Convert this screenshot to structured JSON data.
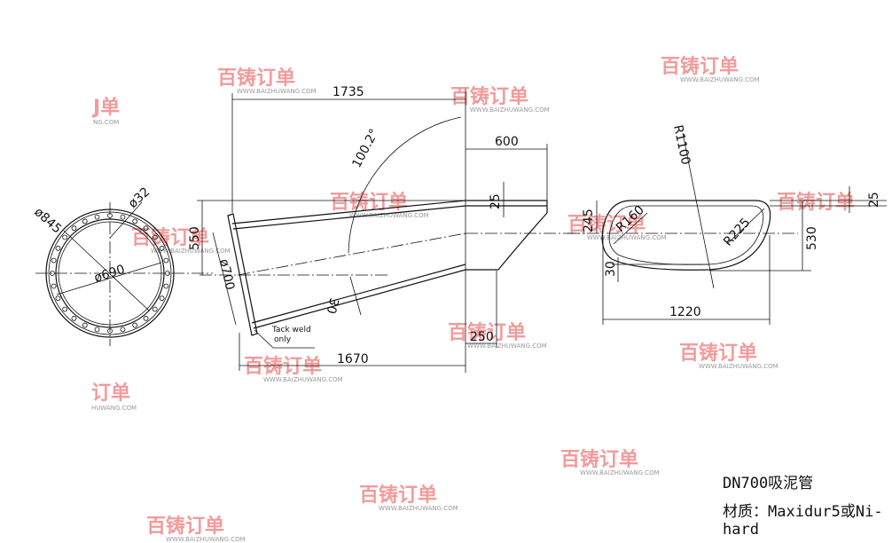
{
  "title": "DN700吸泥管",
  "material": "材质：Maxidur5或Ni-hard",
  "watermark": {
    "logo": "百铸订单",
    "url": "WWW.BAIZHUWANG.COM",
    "partial_logo_1": "J单",
    "partial_url_1": "NG.COM",
    "partial_logo_2": "订单",
    "partial_url_2": "HUWANG.COM"
  },
  "dimensions": {
    "d845": "ø845",
    "d32": "ø32",
    "d690": "ø690",
    "l1735": "1735",
    "l600": "600",
    "a100": "100.2°",
    "l25a": "25",
    "l550": "550",
    "d700": "ø700",
    "l30a": "30",
    "tack": "Tack weld",
    "only": "only",
    "l250": "250",
    "l1670": "1670",
    "r1100": "R1100",
    "r160": "R160",
    "r225": "R225",
    "l245": "245",
    "l30b": "30",
    "l25b": "25",
    "l530": "530",
    "l1220": "1220"
  }
}
